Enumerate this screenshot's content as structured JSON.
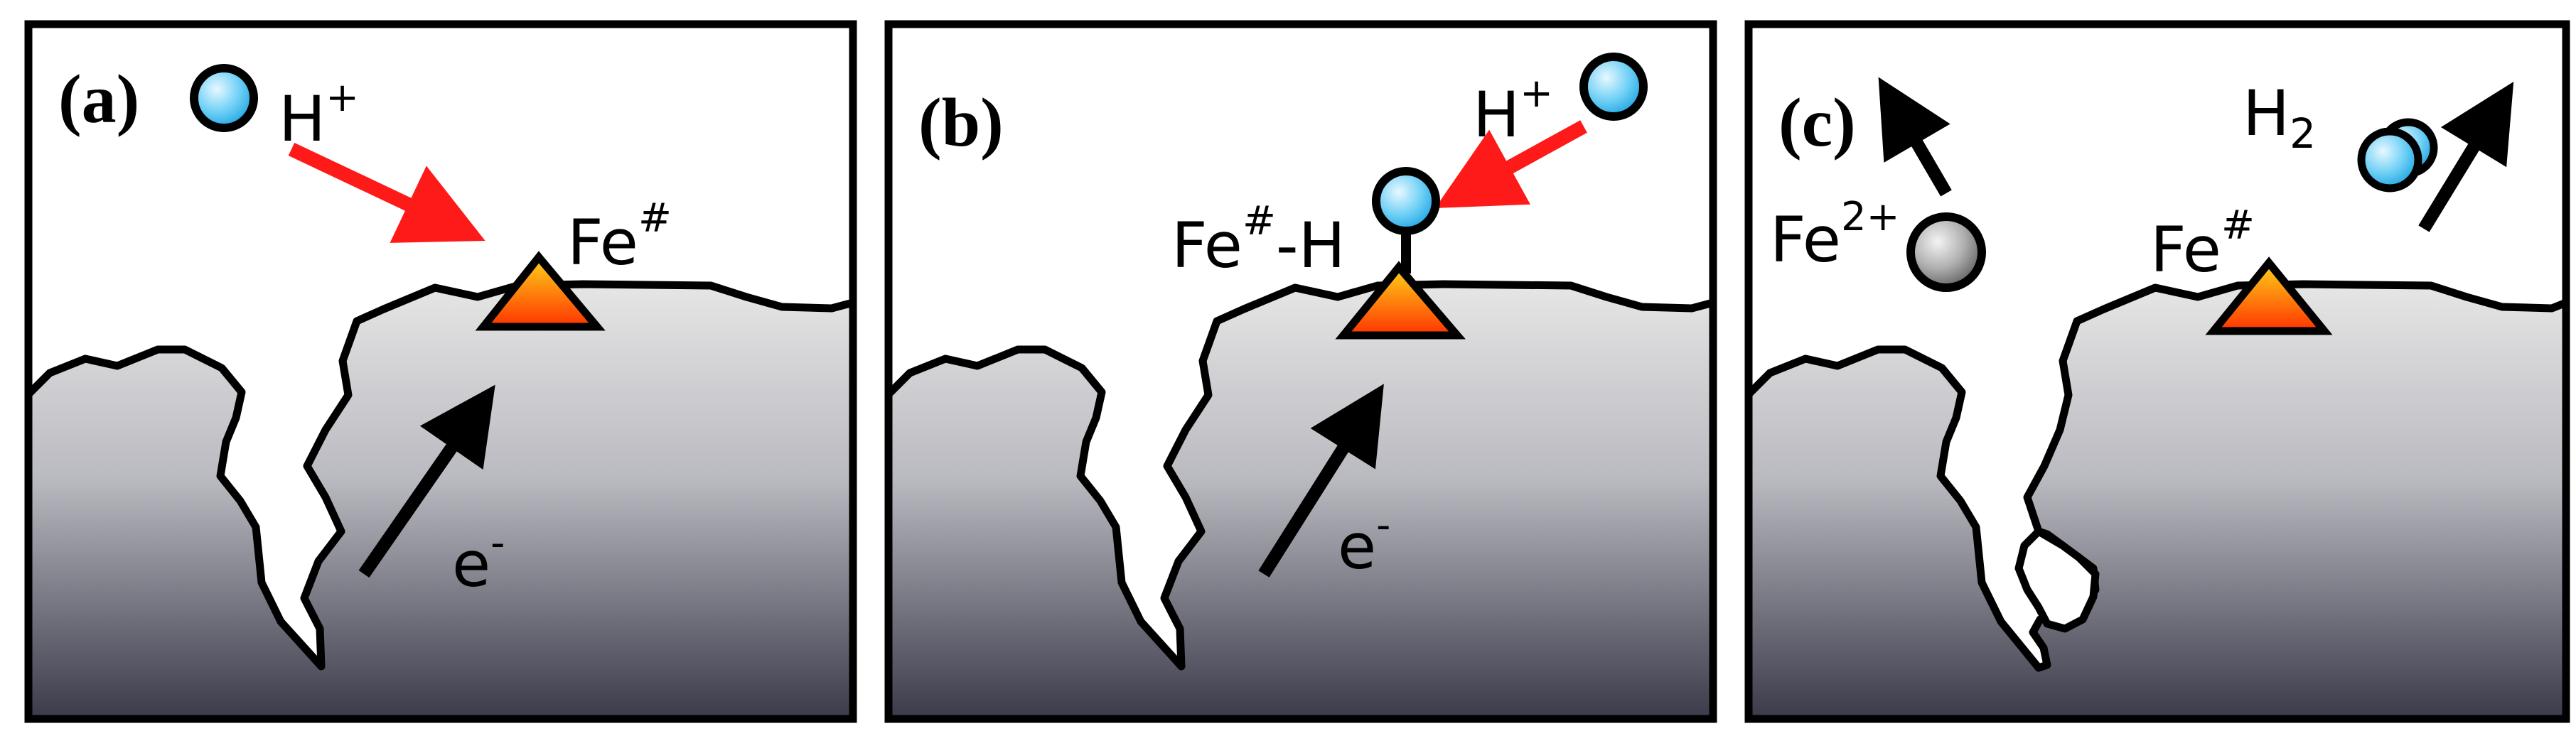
{
  "colors": {
    "frame": "#000000",
    "ground_top": "#e6e6e6",
    "ground_bottom": "#3a3a4a",
    "arrow_red": "#ff1a1a",
    "arrow_black": "#000000",
    "proton_light": "#d8f4ff",
    "proton_dark": "#1aa8e6",
    "ion_light": "#f2f2f2",
    "ion_dark": "#555555",
    "site_top": "#ffd21a",
    "site_bottom": "#ff3300"
  },
  "panels": [
    {
      "tag": "(a)",
      "proton_base": "H",
      "proton_sup": "+",
      "site_base": "Fe",
      "site_sup": "#",
      "electron_base": "e",
      "electron_sup": "-"
    },
    {
      "tag": "(b)",
      "proton_base": "H",
      "proton_sup": "+",
      "bound_base": "Fe",
      "bound_sup": "#",
      "bound_suffix": "-H",
      "electron_base": "e",
      "electron_sup": "-"
    },
    {
      "tag": "(c)",
      "ion_base": "Fe",
      "ion_sup": "2+",
      "gas_base": "H",
      "gas_sub": "2",
      "site_base": "Fe",
      "site_sup": "#"
    }
  ]
}
